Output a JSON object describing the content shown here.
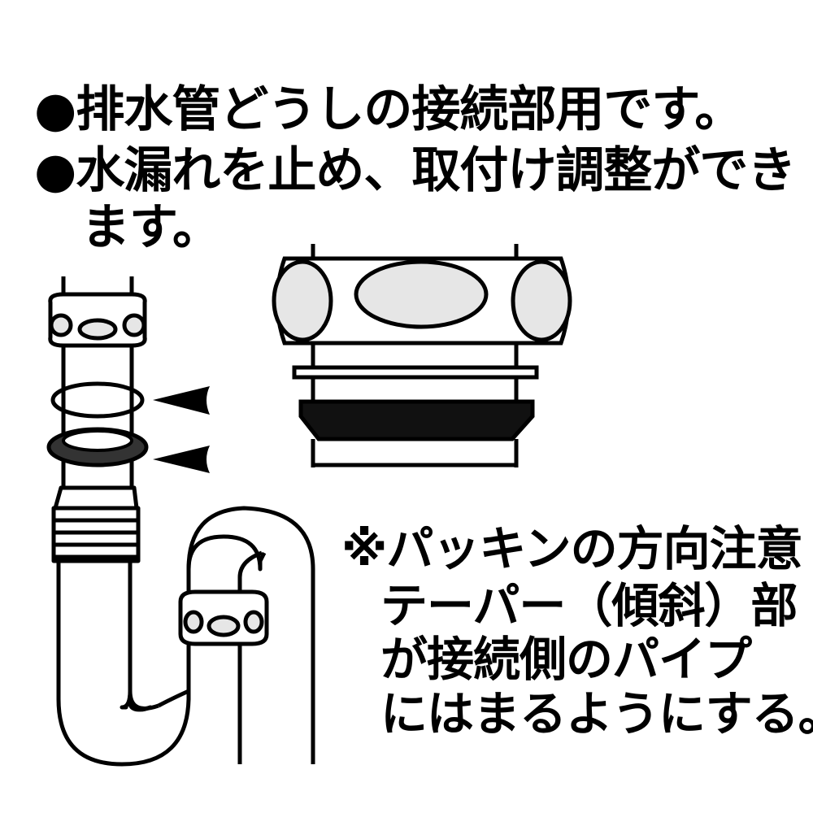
{
  "features": [
    {
      "bullet": "●",
      "text": "排水管どうしの接続部用です。"
    },
    {
      "bullet": "●",
      "text": "水漏れを止め、取付け調整ができ",
      "continuation": "ます。"
    }
  ],
  "note": {
    "lines": [
      "※パッキンの方向注意",
      "テーパー（傾斜）部",
      "が接続側のパイプ",
      "にはまるようにする。"
    ]
  },
  "colors": {
    "ink": "#000000",
    "paper": "#ffffff",
    "metal": "#e6e6e6",
    "gasket": "#333333"
  }
}
